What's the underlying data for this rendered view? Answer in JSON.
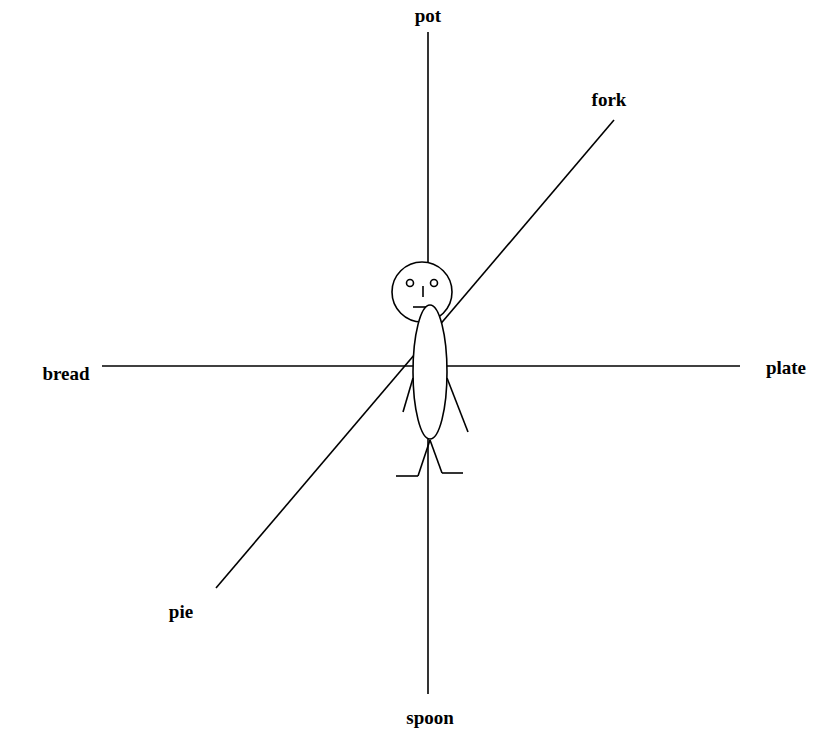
{
  "diagram": {
    "labels": [
      "pot",
      "fork",
      "plate",
      "spoon",
      "pie",
      "bread"
    ]
  }
}
